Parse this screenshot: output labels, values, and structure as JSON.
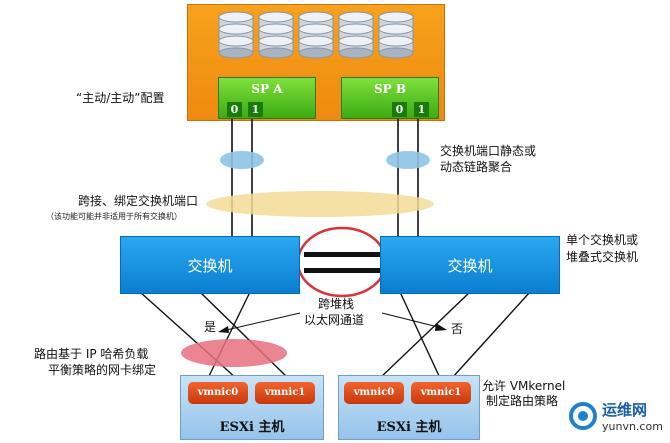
{
  "array": {
    "disk_count": 5,
    "sp_a": {
      "label": "SP A",
      "ports": [
        "0",
        "1"
      ]
    },
    "sp_b": {
      "label": "SP B",
      "ports": [
        "0",
        "1"
      ]
    }
  },
  "labels": {
    "active_active": "“主动/主动”配置",
    "switch_port_agg_line1": "交换机端口静态或",
    "switch_port_agg_line2": "动态链路聚合",
    "cross_bind": "跨接、绑定交换机端口",
    "cross_bind_note": "（该功能可能并非适用于所有交换机）",
    "single_or_stacked_line1": "单个交换机或",
    "single_or_stacked_line2": "堆叠式交换机",
    "cross_stack_line1": "跨堆栈",
    "cross_stack_line2": "以太网通道",
    "yes": "是",
    "no": "否",
    "ip_hash_line1": "路由基于 IP 哈希负载",
    "ip_hash_line2": "平衡策略的网卡绑定",
    "vmkernel_line1": "允许 VMkernel",
    "vmkernel_line2": "制定路由策略",
    "watermark_cn": "运维网",
    "watermark_en": "yunvn.com"
  },
  "switches": [
    {
      "label": "交换机"
    },
    {
      "label": "交换机"
    }
  ],
  "hosts": [
    {
      "label": "ESXi 主机",
      "nics": [
        "vmnic0",
        "vmnic1"
      ]
    },
    {
      "label": "ESXi 主机",
      "nics": [
        "vmnic0",
        "vmnic1"
      ]
    }
  ],
  "colors": {
    "array": "#f29316",
    "sp": "#4cba1a",
    "switch": "#1a93e0",
    "host": "#b3d6f2",
    "vmnic": "#e2501e",
    "cross_stack_ring": "#d9333a",
    "ip_hash_ellipse": "#e8707e",
    "bind_ellipse": "#f3dc97",
    "agg_ellipse": "#8ec3e6"
  }
}
